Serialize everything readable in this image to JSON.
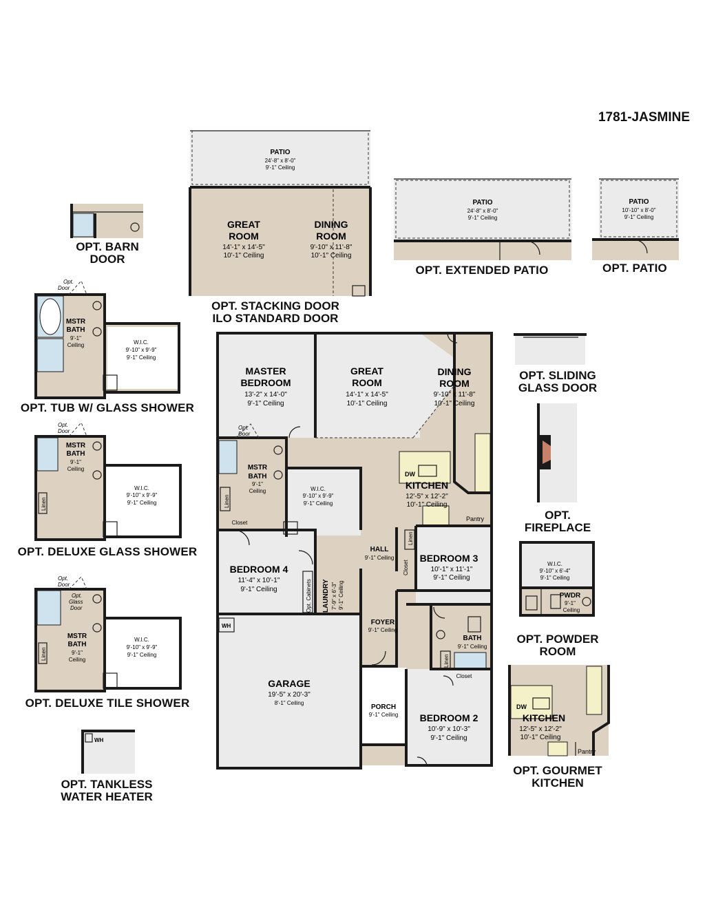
{
  "title": "1781-JASMINE",
  "main": {
    "master_bedroom": {
      "name1": "MASTER",
      "name2": "BEDROOM",
      "dims": "13'-2\" x 14'-0\"",
      "ceiling": "9'-1\" Ceiling"
    },
    "great_room": {
      "name1": "GREAT",
      "name2": "ROOM",
      "dims": "14'-1\" x 14'-5\"",
      "ceiling": "10'-1\" Ceiling"
    },
    "dining_room": {
      "name1": "DINING",
      "name2": "ROOM",
      "dims": "9'-10\" x 11'-8\"",
      "ceiling": "10'-1\" Ceiling"
    },
    "kitchen": {
      "name": "KITCHEN",
      "dims": "12'-5\" x 12'-2\"",
      "ceiling": "10'-1\" Ceiling",
      "dw": "DW",
      "pantry": "Pantry"
    },
    "mstr_bath": {
      "name1": "MSTR",
      "name2": "BATH",
      "ceiling1": "9'-1\"",
      "ceiling2": "Ceiling",
      "opt_door1": "Opt.",
      "opt_door2": "Door",
      "linen": "Linen"
    },
    "wic": {
      "name": "W.I.C.",
      "dims": "9'-10\" x 9'-9\"",
      "ceiling": "9'-1\" Ceiling"
    },
    "closet": "Closet",
    "hall": {
      "name": "HALL",
      "ceiling": "9'-1\" Ceiling",
      "linen": "Linen"
    },
    "bedroom3": {
      "name": "BEDROOM 3",
      "dims": "10'-1\" x 11'-1\"",
      "ceiling": "9'-1\" Ceiling",
      "closet": "Closet"
    },
    "bedroom4": {
      "name": "BEDROOM 4",
      "dims": "11'-4\" x 10'-1\"",
      "ceiling": "9'-1\" Ceiling"
    },
    "laundry": {
      "name": "LAUNDRY",
      "dims": "7'-9\" x 6'-3\"",
      "ceiling": "9'-1\" Ceiling",
      "opt_cabinets": "Opt. Cabinets"
    },
    "wh": "WH",
    "foyer": {
      "name": "FOYER",
      "ceiling": "9'-1\" Ceiling"
    },
    "bath": {
      "name": "BATH",
      "ceiling": "9'-1\" Ceiling",
      "linen": "Linen"
    },
    "garage": {
      "name": "GARAGE",
      "dims": "19'-5\" x 20'-3\"",
      "ceiling": "8'-1\" Ceiling"
    },
    "porch": {
      "name": "PORCH",
      "ceiling": "9'-1\" Ceiling"
    },
    "bedroom2": {
      "name": "BEDROOM 2",
      "dims": "10'-9\" x 10'-3\"",
      "ceiling": "9'-1\" Ceiling",
      "closet": "Closet"
    }
  },
  "options": {
    "barn_door": {
      "line1": "OPT. BARN",
      "line2": "DOOR"
    },
    "tub_glass_shower": {
      "label": "OPT. TUB W/ GLASS SHOWER"
    },
    "deluxe_glass_shower": {
      "label": "OPT. DELUXE GLASS SHOWER"
    },
    "deluxe_tile_shower": {
      "label": "OPT. DELUXE TILE SHOWER",
      "glass_door1": "Opt.",
      "glass_door2": "Glass",
      "glass_door3": "Door"
    },
    "tankless": {
      "line1": "OPT. TANKLESS",
      "line2": "WATER HEATER",
      "wh": "WH"
    },
    "stacking_door": {
      "line1": "OPT. STACKING DOOR",
      "line2": "ILO STANDARD DOOR",
      "patio": {
        "name": "PATIO",
        "dims": "24'-8\" x 8'-0\"",
        "ceiling": "9'-1\" Ceiling"
      }
    },
    "extended_patio": {
      "label": "OPT. EXTENDED PATIO",
      "patio": {
        "name": "PATIO",
        "dims": "24'-8\" x 8'-0\"",
        "ceiling": "9'-1\" Ceiling"
      }
    },
    "patio": {
      "label": "OPT. PATIO",
      "patio": {
        "name": "PATIO",
        "dims": "10'-10\" x 8'-0\"",
        "ceiling": "9'-1\" Ceiling"
      }
    },
    "sliding_glass_door": {
      "line1": "OPT. SLIDING",
      "line2": "GLASS DOOR"
    },
    "fireplace": {
      "line1": "OPT.",
      "line2": "FIREPLACE"
    },
    "powder_room": {
      "line1": "OPT. POWDER",
      "line2": "ROOM",
      "wic": {
        "name": "W.I.C.",
        "dims": "9'-10\" x 6'-4\"",
        "ceiling": "9'-1\" Ceiling"
      },
      "pwdr": {
        "name": "PWDR",
        "ceiling1": "9'-1\"",
        "ceiling2": "Ceiling"
      }
    },
    "gourmet_kitchen": {
      "line1": "OPT. GOURMET",
      "line2": "KITCHEN",
      "kitchen": {
        "name": "KITCHEN",
        "dims": "12'-5\" x 12'-2\"",
        "ceiling": "10'-1\" Ceiling",
        "dw": "DW",
        "pantry": "Pantry"
      }
    }
  },
  "colors": {
    "room_fill": "#ddd2c2",
    "light_fill": "#ebebeb",
    "wall": "#1a1a1a",
    "tile": "#cfe3ef",
    "counter": "#f4f0c8",
    "fireplace": "#c9826a"
  }
}
